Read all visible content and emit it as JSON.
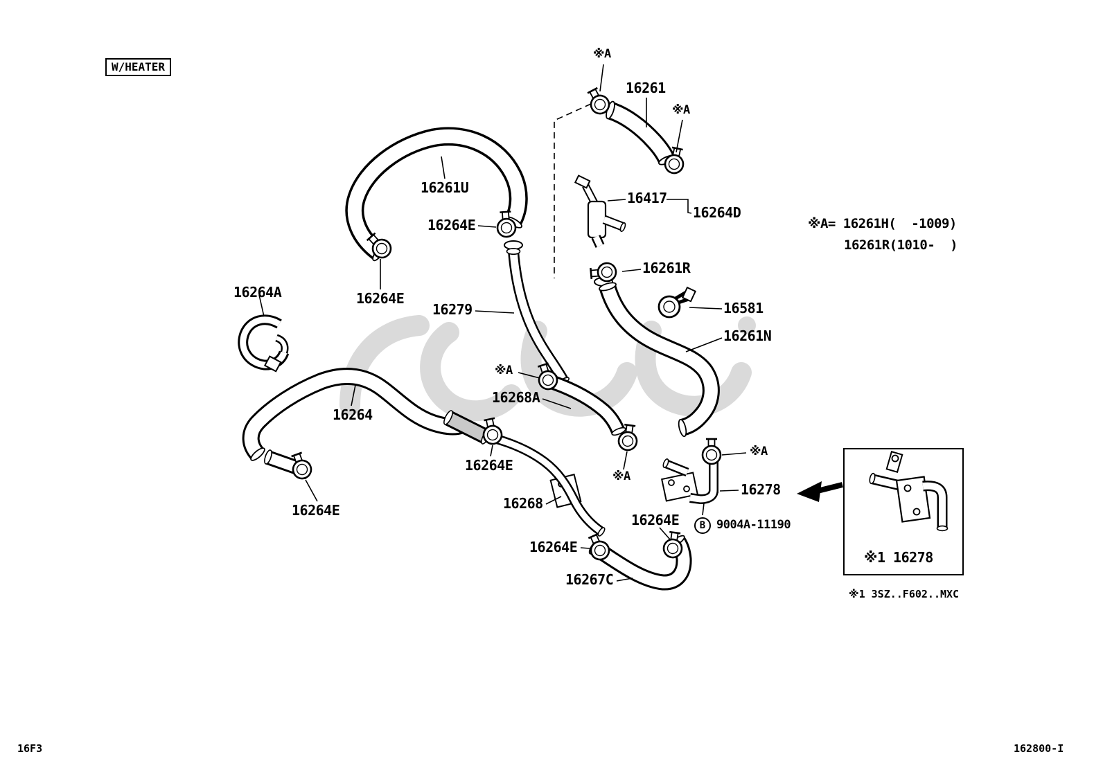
{
  "header": {
    "variant_tag": "W/HEATER"
  },
  "markers": {
    "xa": "※A"
  },
  "labels": {
    "p16261": "16261",
    "p16261u": "16261U",
    "p16264e": "16264E",
    "p16417": "16417",
    "p16264d": "16264D",
    "p16261r": "16261R",
    "p16264a": "16264A",
    "p16279": "16279",
    "p16581": "16581",
    "p16261n": "16261N",
    "p16268a": "16268A",
    "p16264": "16264",
    "p16278": "16278",
    "p16268": "16268",
    "p16267c": "16267C"
  },
  "legend": {
    "line1": "※A= 16261H(  -1009)",
    "line2": "16261R(1010-  )"
  },
  "bolt": {
    "circle_letter": "B",
    "part_number": "9004A-11190"
  },
  "inset": {
    "caption": "※1 16278"
  },
  "notes": {
    "footnote": "※1 3SZ..F602..MXC"
  },
  "footer": {
    "left_code": "16F3",
    "right_code": "162800-I"
  }
}
